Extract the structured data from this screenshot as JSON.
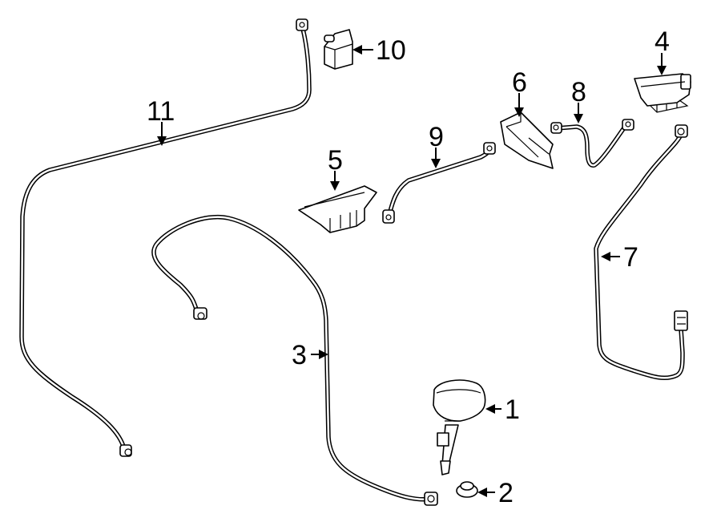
{
  "diagram": {
    "callouts": [
      {
        "id": "1",
        "text": "1",
        "part": "antenna"
      },
      {
        "id": "2",
        "text": "2",
        "part": "antenna-base-nut"
      },
      {
        "id": "3",
        "text": "3",
        "part": "antenna-cable"
      },
      {
        "id": "4",
        "text": "4",
        "part": "control-module"
      },
      {
        "id": "5",
        "text": "5",
        "part": "bracket-module"
      },
      {
        "id": "6",
        "text": "6",
        "part": "amplifier-module"
      },
      {
        "id": "7",
        "text": "7",
        "part": "long-cable"
      },
      {
        "id": "8",
        "text": "8",
        "part": "short-cable"
      },
      {
        "id": "9",
        "text": "9",
        "part": "jumper-cable"
      },
      {
        "id": "10",
        "text": "10",
        "part": "connector"
      },
      {
        "id": "11",
        "text": "11",
        "part": "main-cable"
      }
    ]
  }
}
